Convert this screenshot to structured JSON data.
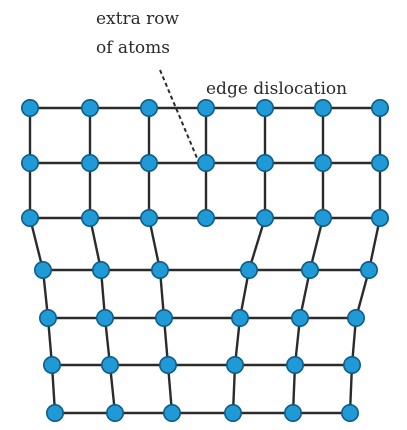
{
  "labels": {
    "extra_row_line1": "extra row",
    "extra_row_line2": "of atoms",
    "edge_dislocation": "edge dislocation"
  },
  "colors": {
    "atom_fill": "#1f9ad6",
    "atom_stroke": "#0f5c86",
    "bond": "#2b2b2b",
    "background": "#ffffff"
  },
  "lattice": {
    "top_rows_atoms_per_row": 7,
    "bottom_rows_atoms_per_row": 6,
    "top_rows": 3,
    "bottom_rows": 4,
    "extra_half_plane_column": 3
  }
}
